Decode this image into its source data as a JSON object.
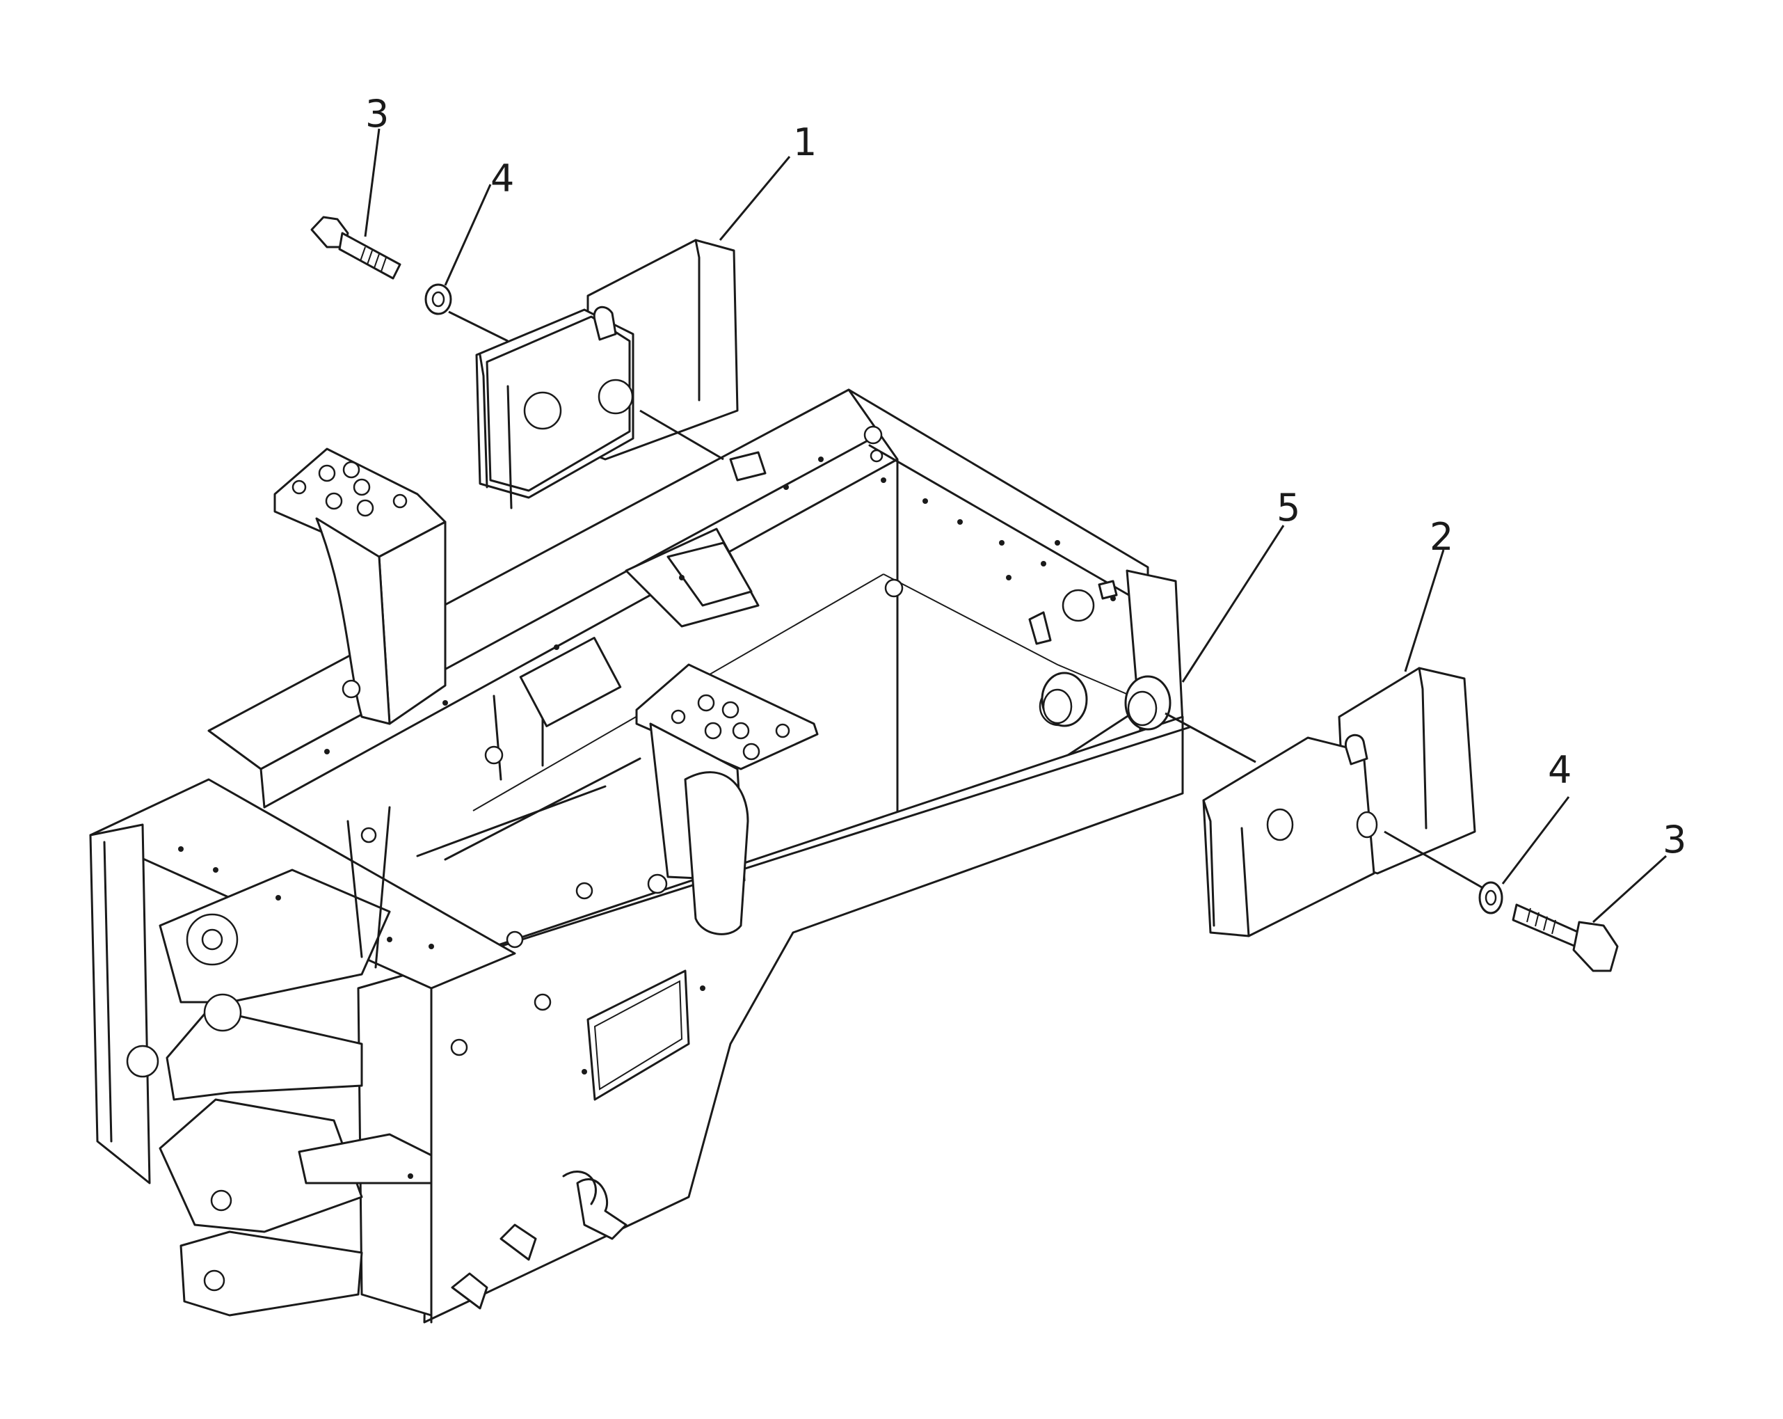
{
  "callouts": [
    {
      "id": "part-1-label",
      "text": "1"
    },
    {
      "id": "part-2-label",
      "text": "2"
    },
    {
      "id": "part-3-top-label",
      "text": "3"
    },
    {
      "id": "part-3-right-label",
      "text": "3"
    },
    {
      "id": "part-4-top-label",
      "text": "4"
    },
    {
      "id": "part-4-right-label",
      "text": "4"
    },
    {
      "id": "part-5-label",
      "text": "5"
    }
  ],
  "colors": {
    "ink": "#1a1a1a",
    "paper": "#ffffff"
  }
}
